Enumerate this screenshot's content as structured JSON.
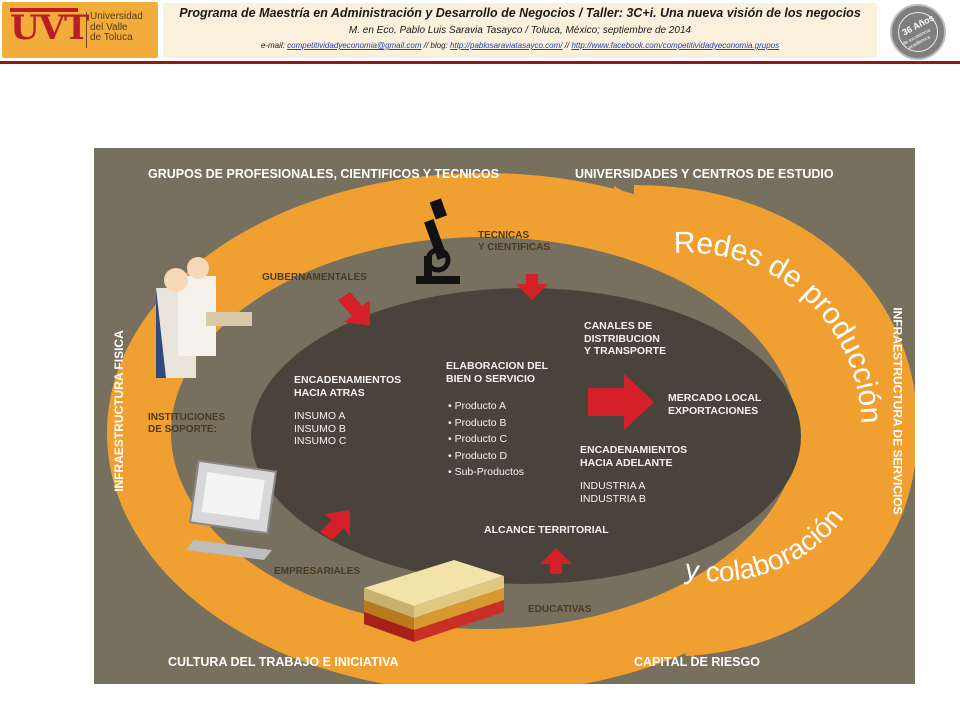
{
  "header": {
    "logo_mark": "UVT",
    "logo_name_lines": [
      "Universidad",
      "del Valle",
      "de Toluca"
    ],
    "title": "Programa de Maestría en Administración y Desarrollo de Negocios / Taller: 3C+i. Una nueva visión de los negocios",
    "subtitle": "M. en Eco. Pablo Luis Saravia Tasayco / Toluca, México; septiembre de 2014",
    "contact": {
      "email_prefix": "e-mail:",
      "email": "competitividadyeconomia@gmail.com",
      "blog_prefix": "// blog:",
      "blog": "http://pablosaraviatasayco.com/",
      "fb_prefix": "//",
      "facebook": "http://www.facebook.com/competitividadyeconomia.grupos"
    },
    "seal_text": "36 Años",
    "seal_subtext": "de excelencia académica"
  },
  "colors": {
    "background": "#77705f",
    "ring": "#f0a030",
    "ellipse": "#4a433b",
    "arrow_red": "#d42028",
    "brand_red": "#b81e25",
    "rule": "#8c1b1b"
  },
  "diagram": {
    "outer_top_left": "GRUPOS DE PROFESIONALES, CIENTIFICOS Y TECNICOS",
    "outer_top_right": "UNIVERSIDADES Y CENTROS DE ESTUDIO",
    "outer_bottom_left": "CULTURA DEL TRABAJO E INICIATIVA",
    "outer_bottom_right": "CAPITAL DE RIESGO",
    "outer_left_vertical": "INFRAESTRUCTURA FISICA",
    "outer_right_vertical": "INFRAESTRUCTURA DE SERVICIOS",
    "ring_labels": {
      "tecnicas": [
        "TECNICAS",
        "Y CIENTIFICAS"
      ],
      "gubernamentales": "GUBERNAMENTALES",
      "instituciones": [
        "INSTITUCIONES",
        "DE SOPORTE:"
      ],
      "empresariales": "EMPRESARIALES",
      "educativas": "EDUCATIVAS"
    },
    "center": {
      "encadenamientos_atras": [
        "ENCADENAMIENTOS",
        "HACIA ATRAS"
      ],
      "insumos": [
        "INSUMO A",
        "INSUMO B",
        "INSUMO C"
      ],
      "elaboracion": [
        "ELABORACION DEL",
        "BIEN O SERVICIO"
      ],
      "productos": [
        "Producto A",
        "Producto B",
        "Producto C",
        "Producto D",
        "Sub-Productos"
      ],
      "canales": [
        "CANALES DE",
        "DISTRIBUCION",
        "Y TRANSPORTE"
      ],
      "mercado": [
        "MERCADO LOCAL",
        "EXPORTACIONES"
      ],
      "encadenamientos_adelante": [
        "ENCADENAMIENTOS",
        "HACIA ADELANTE"
      ],
      "industrias": [
        "INDUSTRIA A",
        "INDUSTRIA B"
      ],
      "alcance": "ALCANCE TERRITORIAL"
    },
    "arc_text_1": "Redes de producción",
    "arc_text_2": "y colaboración"
  }
}
